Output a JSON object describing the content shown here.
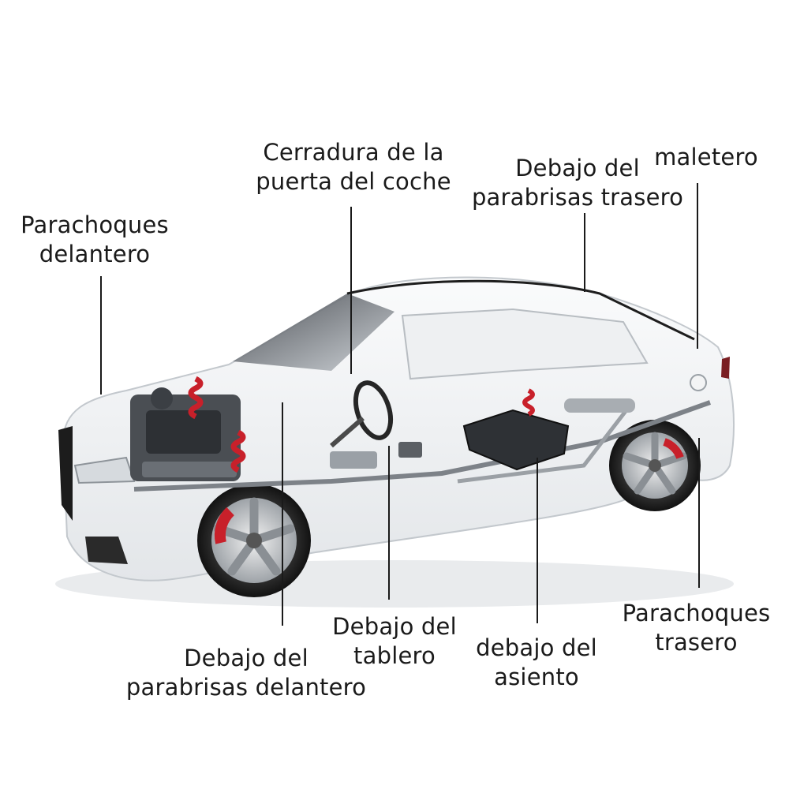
{
  "labels": {
    "front_bumper": [
      "Parachoques",
      "delantero"
    ],
    "door_lock": [
      "Cerradura de la",
      "puerta del coche"
    ],
    "rear_windshield": [
      "Debajo del",
      "parabrisas trasero"
    ],
    "trunk": [
      "maletero"
    ],
    "front_windshield": [
      "Debajo del",
      "parabrisas delantero"
    ],
    "dashboard": [
      "Debajo del",
      "tablero"
    ],
    "seat": [
      "debajo del",
      "asiento"
    ],
    "rear_bumper": [
      "Parachoques",
      "trasero"
    ]
  },
  "colors": {
    "text": "#1a1a1a",
    "brake_caliper": "#c8202a",
    "body": "#f4f5f6"
  }
}
